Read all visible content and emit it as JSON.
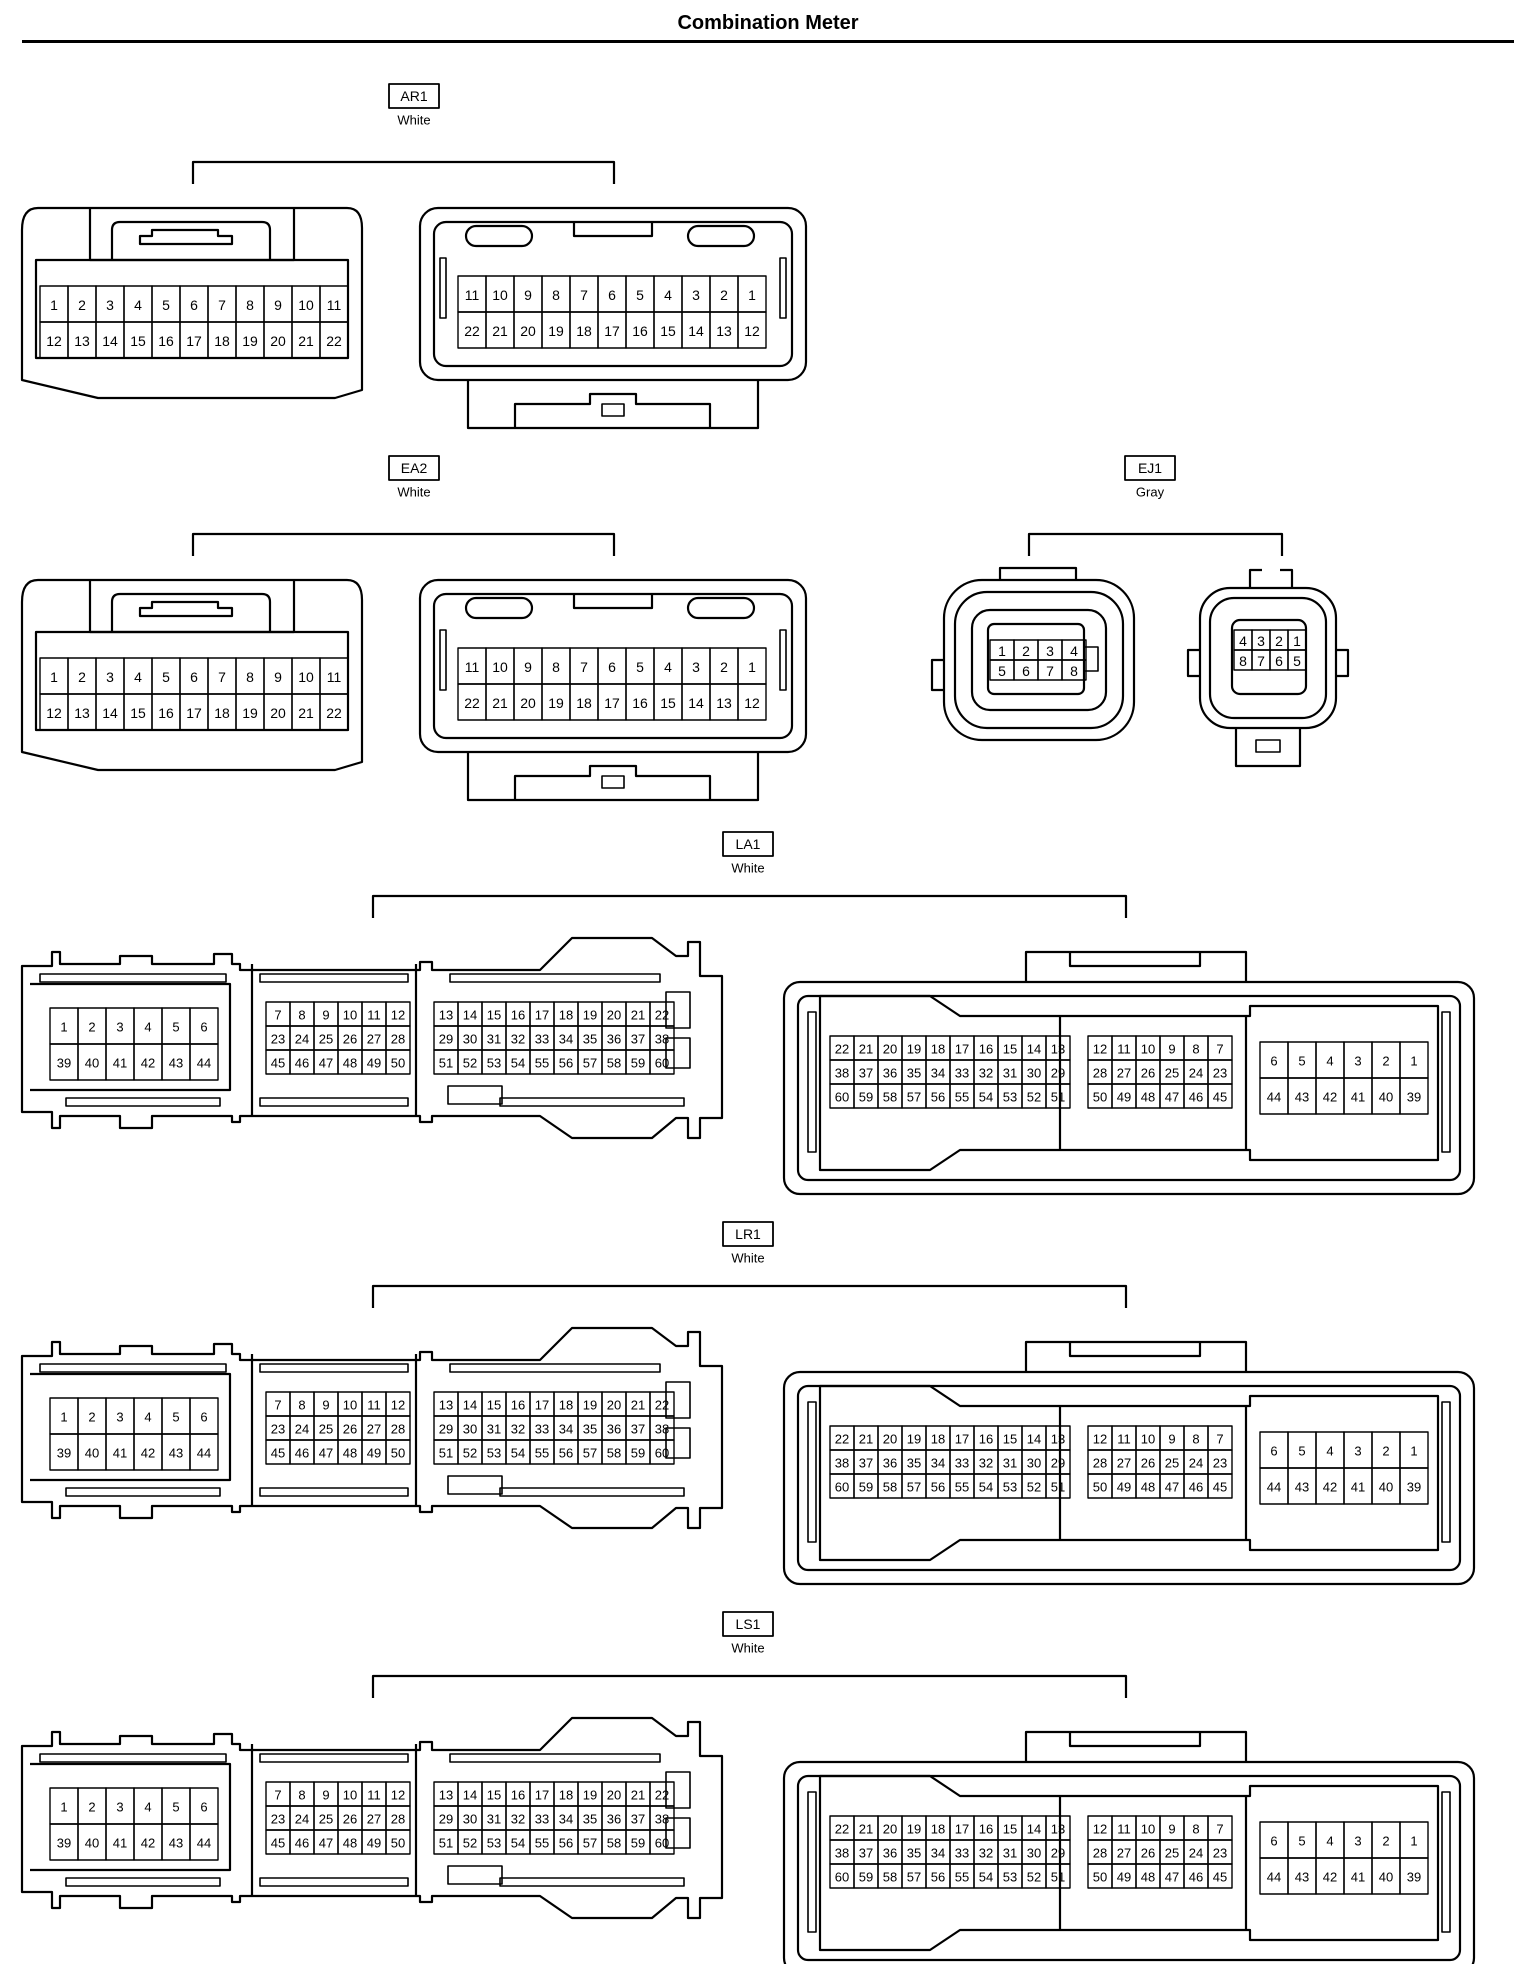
{
  "title": "Combination Meter",
  "connectors": [
    {
      "id": "AR1",
      "color": "White",
      "left_rows": [
        [
          "1",
          "2",
          "3",
          "4",
          "5",
          "6",
          "7",
          "8",
          "9",
          "10",
          "11"
        ],
        [
          "12",
          "13",
          "14",
          "15",
          "16",
          "17",
          "18",
          "19",
          "20",
          "21",
          "22"
        ]
      ],
      "right_rows": [
        [
          "11",
          "10",
          "9",
          "8",
          "7",
          "6",
          "5",
          "4",
          "3",
          "2",
          "1"
        ],
        [
          "22",
          "21",
          "20",
          "19",
          "18",
          "17",
          "16",
          "15",
          "14",
          "13",
          "12"
        ]
      ]
    },
    {
      "id": "EA2",
      "color": "White",
      "left_rows": [
        [
          "1",
          "2",
          "3",
          "4",
          "5",
          "6",
          "7",
          "8",
          "9",
          "10",
          "11"
        ],
        [
          "12",
          "13",
          "14",
          "15",
          "16",
          "17",
          "18",
          "19",
          "20",
          "21",
          "22"
        ]
      ],
      "right_rows": [
        [
          "11",
          "10",
          "9",
          "8",
          "7",
          "6",
          "5",
          "4",
          "3",
          "2",
          "1"
        ],
        [
          "22",
          "21",
          "20",
          "19",
          "18",
          "17",
          "16",
          "15",
          "14",
          "13",
          "12"
        ]
      ]
    },
    {
      "id": "EJ1",
      "color": "Gray",
      "left_rows": [
        [
          "1",
          "2",
          "3",
          "4"
        ],
        [
          "5",
          "6",
          "7",
          "8"
        ]
      ],
      "right_rows": [
        [
          "4",
          "3",
          "2",
          "1"
        ],
        [
          "8",
          "7",
          "6",
          "5"
        ]
      ]
    },
    {
      "id": "LA1",
      "color": "White"
    },
    {
      "id": "LR1",
      "color": "White"
    },
    {
      "id": "LS1",
      "color": "White"
    }
  ],
  "large_layout": {
    "left_blocks": [
      [
        [
          "1",
          "2",
          "3",
          "4",
          "5",
          "6"
        ],
        [
          "39",
          "40",
          "41",
          "42",
          "43",
          "44"
        ]
      ],
      [
        [
          "7",
          "8",
          "9",
          "10",
          "11",
          "12"
        ],
        [
          "23",
          "24",
          "25",
          "26",
          "27",
          "28"
        ],
        [
          "45",
          "46",
          "47",
          "48",
          "49",
          "50"
        ]
      ],
      [
        [
          "13",
          "14",
          "15",
          "16",
          "17",
          "18",
          "19",
          "20",
          "21",
          "22"
        ],
        [
          "29",
          "30",
          "31",
          "32",
          "33",
          "34",
          "35",
          "36",
          "37",
          "38"
        ],
        [
          "51",
          "52",
          "53",
          "54",
          "55",
          "56",
          "57",
          "58",
          "59",
          "60"
        ]
      ]
    ],
    "right_blocks": [
      [
        [
          "22",
          "21",
          "20",
          "19",
          "18",
          "17",
          "16",
          "15",
          "14",
          "13"
        ],
        [
          "38",
          "37",
          "36",
          "35",
          "34",
          "33",
          "32",
          "31",
          "30",
          "29"
        ],
        [
          "60",
          "59",
          "58",
          "57",
          "56",
          "55",
          "54",
          "53",
          "52",
          "51"
        ]
      ],
      [
        [
          "12",
          "11",
          "10",
          "9",
          "8",
          "7"
        ],
        [
          "28",
          "27",
          "26",
          "25",
          "24",
          "23"
        ],
        [
          "50",
          "49",
          "48",
          "47",
          "46",
          "45"
        ]
      ],
      [
        [
          "6",
          "5",
          "4",
          "3",
          "2",
          "1"
        ],
        [
          "44",
          "43",
          "42",
          "41",
          "40",
          "39"
        ]
      ]
    ]
  }
}
